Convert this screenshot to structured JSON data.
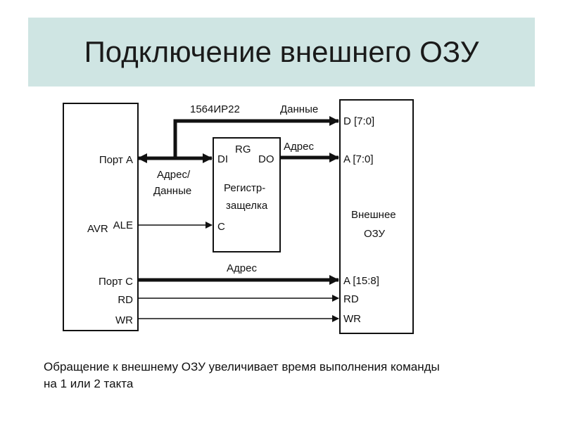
{
  "title": "Подключение внешнего ОЗУ",
  "diagram": {
    "chip_label": "1564ИР22",
    "avr": {
      "port_a": "Порт A",
      "avr": "AVR",
      "ale": "ALE",
      "port_c": "Порт C",
      "rd": "RD",
      "wr": "WR"
    },
    "bus_label_line1": "Адрес/",
    "bus_label_line2": "Данные",
    "latch": {
      "di": "DI",
      "rg": "RG",
      "do": "DO",
      "name_line1": "Регистр-",
      "name_line2": "защелка",
      "c": "C"
    },
    "data_label": "Данные",
    "addr_label_top": "Адрес",
    "addr_label_bottom": "Адрес",
    "ram": {
      "d": "D [7:0]",
      "a_low": "A [7:0]",
      "name_line1": "Внешнее",
      "name_line2": "ОЗУ",
      "a_high": "A [15:8]",
      "rd": "RD",
      "wr": "WR"
    }
  },
  "caption": {
    "line1": "Обращение к внешнему ОЗУ увеличивает время выполнения команды",
    "line2": "на 1 или 2 такта"
  }
}
